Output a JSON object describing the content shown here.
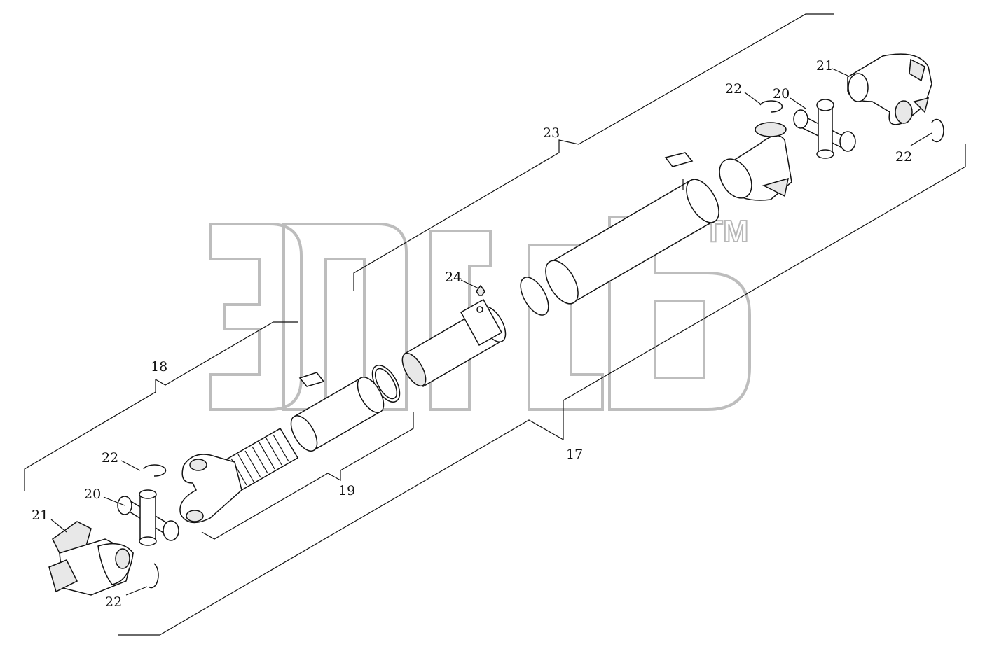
{
  "diagram": {
    "callouts": {
      "c17": "17",
      "c18": "18",
      "c19": "19",
      "c20_left": "20",
      "c20_right": "20",
      "c21_left": "21",
      "c21_right": "21",
      "c22_left_top": "22",
      "c22_left_bottom": "22",
      "c22_right_top": "22",
      "c22_right_bottom": "22",
      "c23": "23",
      "c24": "24"
    },
    "watermark": {
      "mark": "TM"
    },
    "colors": {
      "line": "#111111",
      "watermark": "#bdbdbd",
      "background": "#ffffff"
    }
  }
}
